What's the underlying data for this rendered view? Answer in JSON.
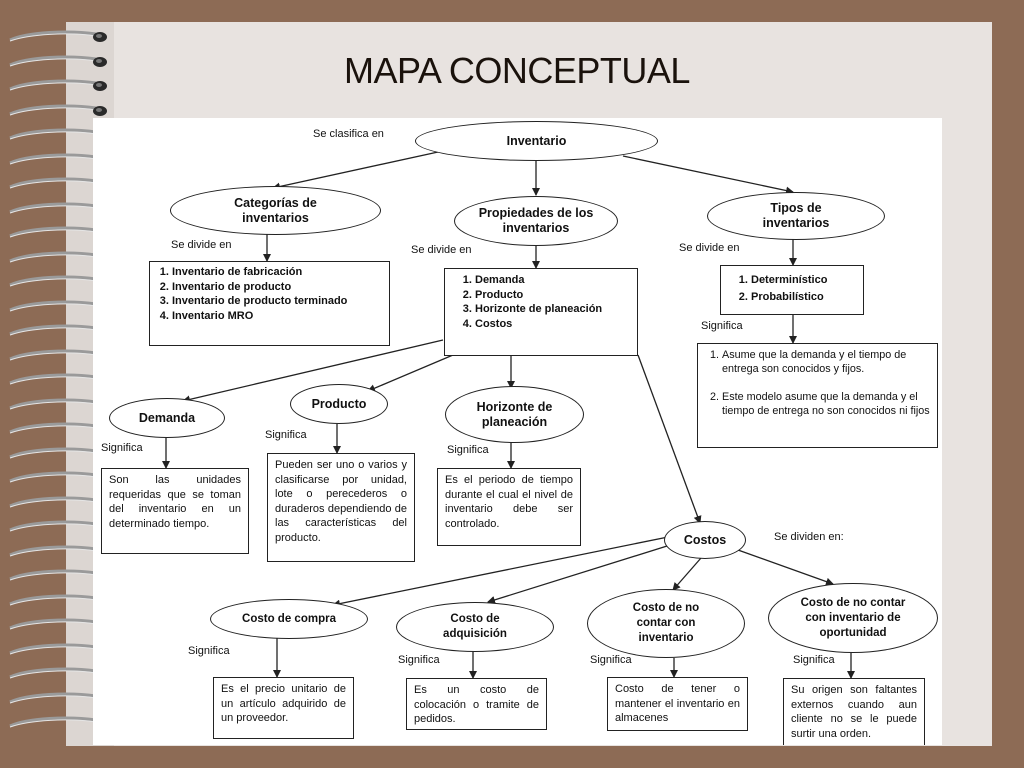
{
  "title": "MAPA CONCEPTUAL",
  "nodes": {
    "inventario": "Inventario",
    "categorias": "Categorías de inventarios",
    "propiedades": "Propiedades de los inventarios",
    "tipos": "Tipos de inventarios",
    "demanda": "Demanda",
    "producto": "Producto",
    "horizonte": "Horizonte de planeación",
    "costos": "Costos",
    "costo_compra": "Costo de compra",
    "costo_adquisicion": "Costo de adquisición",
    "costo_no_contar": "Costo de no contar con inventario",
    "costo_oportunidad": "Costo de no contar con inventario de oportunidad"
  },
  "labels": {
    "se_clasifica": "Se clasifica en",
    "se_divide_1": "Se divide en",
    "se_divide_2": "Se divide en",
    "se_divide_3": "Se divide en",
    "significa_tipos": "Significa",
    "significa_demanda": "Significa",
    "significa_producto": "Significa",
    "significa_horizonte": "Significa",
    "se_dividen": "Se dividen en:",
    "significa_compra": "Significa",
    "significa_adquisicion": "Significa",
    "significa_no_contar": "Significa",
    "significa_oportunidad": "Significa"
  },
  "lists": {
    "categorias": [
      "Inventario de fabricación",
      "Inventario de producto",
      "Inventario de producto terminado",
      "Inventario MRO"
    ],
    "propiedades": [
      "Demanda",
      "Producto",
      "Horizonte de planeación",
      "Costos"
    ],
    "tipos": [
      "Determinístico",
      "Probabilístico"
    ],
    "tipos_significado": [
      "Asume que la demanda y el tiempo de entrega son conocidos y fijos.",
      "Este modelo asume que la demanda y el tiempo de entrega no son conocidos ni fijos"
    ]
  },
  "definitions": {
    "demanda": "Son las unidades requeridas que se toman del inventario en un determinado tiempo.",
    "producto": "Pueden ser uno o varios y clasificarse por unidad, lote o perecederos o duraderos dependiendo de las características del producto.",
    "horizonte": "Es el periodo de tiempo durante el cual el nivel de inventario debe ser controlado.",
    "costo_compra": "Es el precio unitario de un artículo adquirido de un proveedor.",
    "costo_adquisicion": "Es un costo de colocación o tramite de pedidos.",
    "costo_no_contar": "Costo de tener o mantener el inventario en almacenes",
    "costo_oportunidad": "Su origen son faltantes externos cuando aun cliente no se le puede surtir una orden."
  },
  "colors": {
    "background": "#8d6b55",
    "paper": "#e8e3e0",
    "diagram": "#ffffff",
    "ink": "#111111"
  }
}
